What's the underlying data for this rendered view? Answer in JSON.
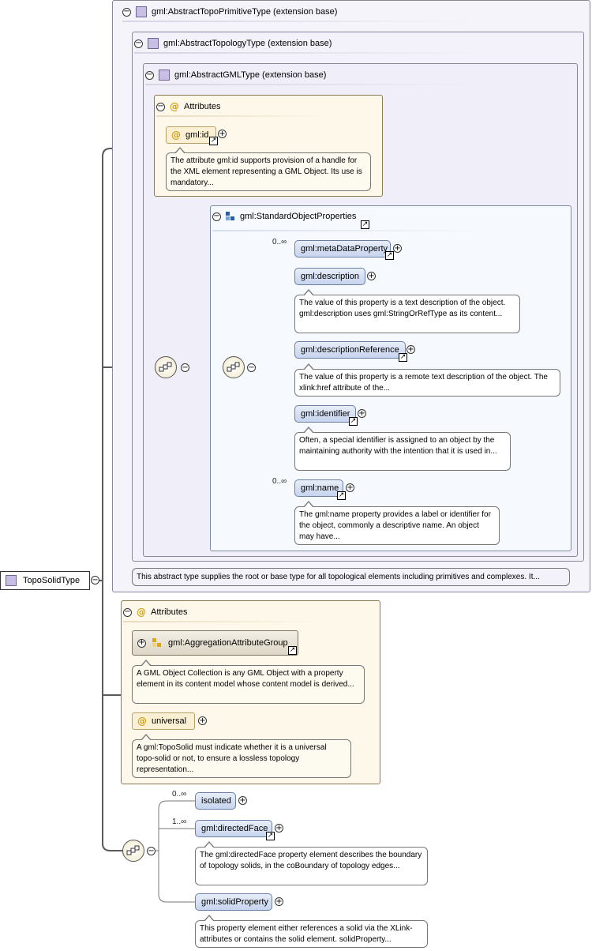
{
  "root": {
    "label": "TopoSolidType"
  },
  "ext1": {
    "label": "gml:AbstractTopoPrimitiveType (extension base)"
  },
  "ext2": {
    "label": "gml:AbstractTopologyType (extension base)"
  },
  "ext3": {
    "label": "gml:AbstractGMLType (extension base)"
  },
  "attrs1": {
    "title": "Attributes",
    "id_label": "gml:id",
    "id_note": "The attribute gml:id supports provision of a handle for the XML element representing a GML Object. Its use is mandatory..."
  },
  "sop": {
    "label": "gml:StandardObjectProperties",
    "items": [
      {
        "label": "gml:metaDataProperty",
        "card": "0..∞",
        "note": ""
      },
      {
        "label": "gml:description",
        "card": "",
        "note": "The value of this property is a text description of the object. gml:description uses gml:StringOrRefType as its content..."
      },
      {
        "label": "gml:descriptionReference",
        "card": "",
        "note": "The value of this property is a remote text description of the object. The xlink:href attribute of the..."
      },
      {
        "label": "gml:identifier",
        "card": "",
        "note": "Often, a special identifier is assigned to an object by the maintaining authority with the intention that it is used in..."
      },
      {
        "label": "gml:name",
        "card": "0..∞",
        "note": "The gml:name property provides a label or identifier for the object, commonly a descriptive name. An object may have..."
      }
    ]
  },
  "abstract_note": "This abstract type supplies the root or base type for all topological elements including primitives and complexes. It...",
  "attrs2": {
    "title": "Attributes",
    "group_label": "gml:AggregationAttributeGroup",
    "group_note": "A GML Object Collection is any GML Object with a property element in its content model whose content model is derived...",
    "universal_label": "universal",
    "universal_note": "A gml:TopoSolid must indicate whether it is a universal topo-solid or not, to ensure a lossless topology representation..."
  },
  "seq": {
    "items": [
      {
        "label": "isolated",
        "card": "0..∞",
        "note": ""
      },
      {
        "label": "gml:directedFace",
        "card": "1..∞",
        "note": "The gml:directedFace property element describes the boundary of topology solids, in the coBoundary of topology edges..."
      },
      {
        "label": "gml:solidProperty",
        "card": "",
        "note": "This property element either references a solid via the XLink-attributes or contains the solid element. solidProperty..."
      }
    ]
  },
  "symbols": {
    "minus": "⊖",
    "plus": "+",
    "expand": "⊕",
    "collapse": "−",
    "at": "@",
    "ref_arrow": "↗"
  },
  "colors": {
    "violet_panel": "#f3f1fa",
    "attr_panel": "#fdf8ea",
    "element_fill": "#d4dff3",
    "line": "#5a5a5a"
  }
}
